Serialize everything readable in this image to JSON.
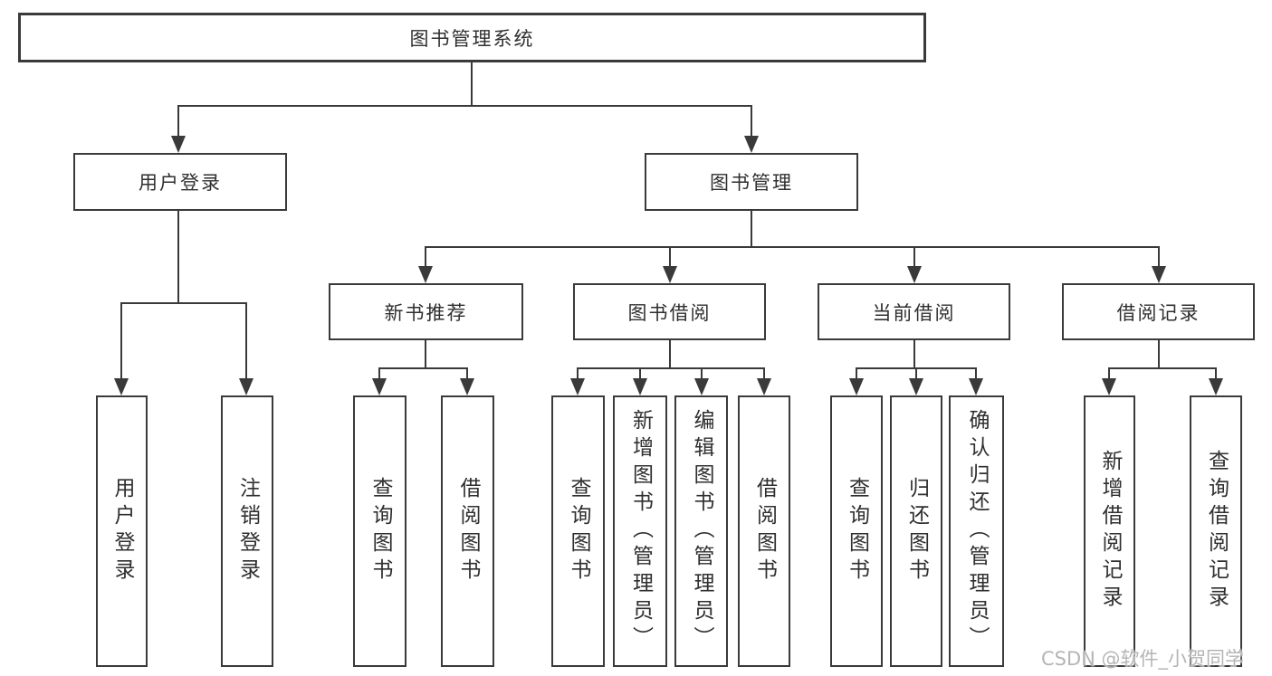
{
  "diagram": {
    "title": "图书管理系统",
    "watermark": "CSDN @软件_小贺同学",
    "colors": {
      "background": "#ffffff",
      "box_border": "#3a3a3a",
      "connector_line": "#3a3a3a",
      "text": "#2f2f2f",
      "watermark_text": "#b5b5b5"
    },
    "nodes": [
      {
        "id": "root",
        "label": "图书管理系统",
        "level": 1,
        "orientation": "horizontal"
      },
      {
        "id": "user-login-branch",
        "label": "用户登录",
        "level": 2,
        "orientation": "horizontal"
      },
      {
        "id": "book-mgmt-branch",
        "label": "图书管理",
        "level": 2,
        "orientation": "horizontal"
      },
      {
        "id": "new-book-rec",
        "label": "新书推荐",
        "level": 3,
        "orientation": "horizontal"
      },
      {
        "id": "book-borrow",
        "label": "图书借阅",
        "level": 3,
        "orientation": "horizontal"
      },
      {
        "id": "current-borrow",
        "label": "当前借阅",
        "level": 3,
        "orientation": "horizontal"
      },
      {
        "id": "borrow-records",
        "label": "借阅记录",
        "level": 3,
        "orientation": "horizontal"
      },
      {
        "id": "leaf-user-login",
        "label": "用户登录",
        "level": 4,
        "orientation": "vertical"
      },
      {
        "id": "leaf-logout",
        "label": "注销登录",
        "level": 4,
        "orientation": "vertical"
      },
      {
        "id": "leaf-query-books-rec",
        "label": "查询图书",
        "level": 4,
        "orientation": "vertical"
      },
      {
        "id": "leaf-borrow-books-rec",
        "label": "借阅图书",
        "level": 4,
        "orientation": "vertical"
      },
      {
        "id": "leaf-query-books-borrow",
        "label": "查询图书",
        "level": 4,
        "orientation": "vertical"
      },
      {
        "id": "leaf-add-books-admin",
        "label": "新增图书（管理员）",
        "level": 4,
        "orientation": "vertical"
      },
      {
        "id": "leaf-edit-books-admin",
        "label": "编辑图书（管理员）",
        "level": 4,
        "orientation": "vertical"
      },
      {
        "id": "leaf-borrow-books-borrow",
        "label": "借阅图书",
        "level": 4,
        "orientation": "vertical"
      },
      {
        "id": "leaf-query-books-current",
        "label": "查询图书",
        "level": 4,
        "orientation": "vertical"
      },
      {
        "id": "leaf-return-books",
        "label": "归还图书",
        "level": 4,
        "orientation": "vertical"
      },
      {
        "id": "leaf-confirm-return-admin",
        "label": "确认归还（管理员）",
        "level": 4,
        "orientation": "vertical"
      },
      {
        "id": "leaf-add-borrow-record",
        "label": "新增借阅记录",
        "level": 4,
        "orientation": "vertical"
      },
      {
        "id": "leaf-query-borrow-record",
        "label": "查询借阅记录",
        "level": 4,
        "orientation": "vertical"
      }
    ],
    "edges": [
      [
        "root",
        "user-login-branch"
      ],
      [
        "root",
        "book-mgmt-branch"
      ],
      [
        "user-login-branch",
        "leaf-user-login"
      ],
      [
        "user-login-branch",
        "leaf-logout"
      ],
      [
        "book-mgmt-branch",
        "new-book-rec"
      ],
      [
        "book-mgmt-branch",
        "book-borrow"
      ],
      [
        "book-mgmt-branch",
        "current-borrow"
      ],
      [
        "book-mgmt-branch",
        "borrow-records"
      ],
      [
        "new-book-rec",
        "leaf-query-books-rec"
      ],
      [
        "new-book-rec",
        "leaf-borrow-books-rec"
      ],
      [
        "book-borrow",
        "leaf-query-books-borrow"
      ],
      [
        "book-borrow",
        "leaf-add-books-admin"
      ],
      [
        "book-borrow",
        "leaf-edit-books-admin"
      ],
      [
        "book-borrow",
        "leaf-borrow-books-borrow"
      ],
      [
        "current-borrow",
        "leaf-query-books-current"
      ],
      [
        "current-borrow",
        "leaf-return-books"
      ],
      [
        "current-borrow",
        "leaf-confirm-return-admin"
      ],
      [
        "borrow-records",
        "leaf-add-borrow-record"
      ],
      [
        "borrow-records",
        "leaf-query-borrow-record"
      ]
    ]
  }
}
